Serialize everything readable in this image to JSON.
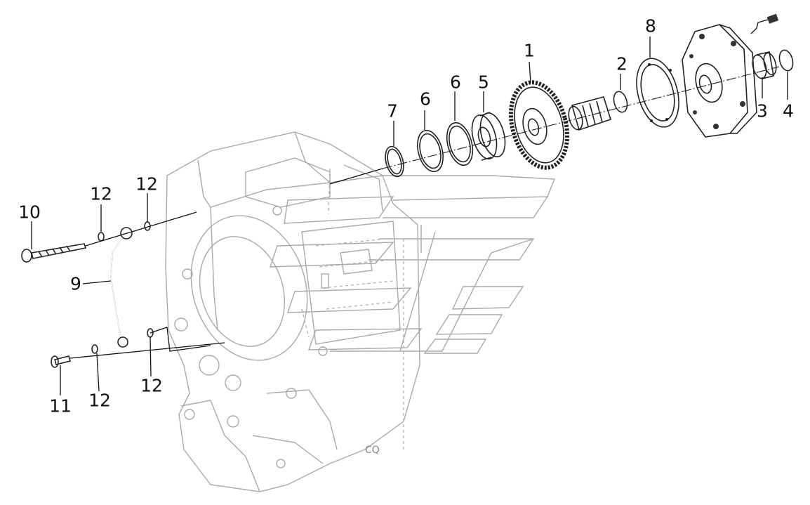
{
  "diagram": {
    "type": "exploded-parts-view",
    "callouts": [
      {
        "id": "c1",
        "label": "1"
      },
      {
        "id": "c2",
        "label": "2"
      },
      {
        "id": "c3",
        "label": "3"
      },
      {
        "id": "c4",
        "label": "4"
      },
      {
        "id": "c5",
        "label": "5"
      },
      {
        "id": "c6a",
        "label": "6"
      },
      {
        "id": "c6b",
        "label": "6"
      },
      {
        "id": "c7",
        "label": "7"
      },
      {
        "id": "c8",
        "label": "8"
      },
      {
        "id": "c9",
        "label": "9"
      },
      {
        "id": "c10",
        "label": "10"
      },
      {
        "id": "c11",
        "label": "11"
      },
      {
        "id": "c12a",
        "label": "12"
      },
      {
        "id": "c12b",
        "label": "12"
      },
      {
        "id": "c12c",
        "label": "12"
      },
      {
        "id": "c12d",
        "label": "12"
      }
    ],
    "housing_marking": "CQ"
  }
}
